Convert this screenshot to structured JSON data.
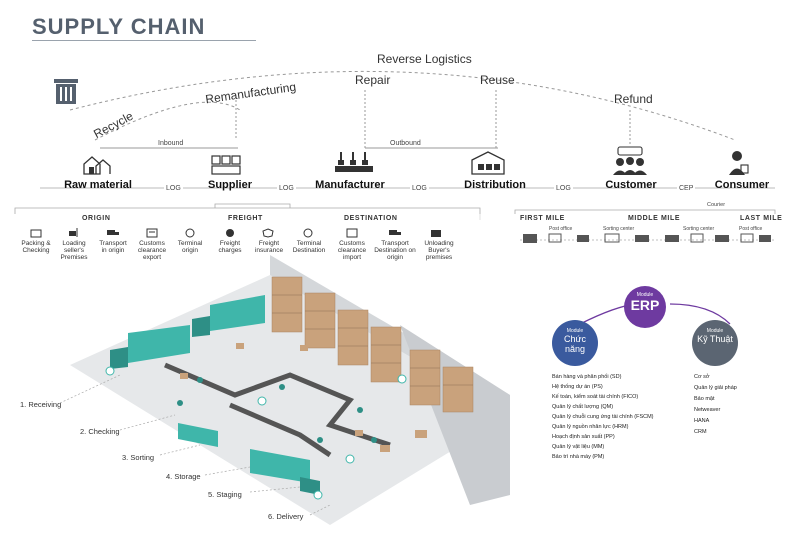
{
  "title": "SUPPLY CHAIN",
  "arcs": {
    "reverse_logistics": "Reverse Logistics",
    "recycle": "Recycle",
    "remanufacturing": "Remanufacturing",
    "repair": "Repair",
    "reuse": "Reuse",
    "refund": "Refund",
    "inbound": "Inbound",
    "outbound": "Outbound"
  },
  "nodes": [
    {
      "label": "Raw material",
      "icon": "houses-icon"
    },
    {
      "label": "Supplier",
      "icon": "factory-icon"
    },
    {
      "label": "Manufacturer",
      "icon": "production-line-icon"
    },
    {
      "label": "Distribution",
      "icon": "warehouse-icon"
    },
    {
      "label": "Customer",
      "icon": "customer-group-icon"
    },
    {
      "label": "Consumer",
      "icon": "shopper-icon"
    }
  ],
  "links": [
    "LOG",
    "LOG",
    "LOG",
    "LOG",
    "CEP"
  ],
  "courier": "Courier",
  "sections": {
    "origin": "ORIGIN",
    "freight": "FREIGHT",
    "destination": "DESTINATION",
    "first_mile": "FIRST MILE",
    "middle_mile": "MIDDLE MILE",
    "last_mile": "LAST MILE"
  },
  "origin_items": [
    "Packing & Checking",
    "Loading seller's Premises",
    "Transport in origin",
    "Customs clearance export",
    "Terminal origin"
  ],
  "freight_items": [
    "Freight charges",
    "Freight insurance"
  ],
  "destination_items": [
    "Terminal Destination",
    "Customs clearance import",
    "Transport Destination on origin",
    "Unloading Buyer's premises"
  ],
  "mile_labels": [
    "Post office",
    "Sorting center",
    "Sorting center",
    "Post office"
  ],
  "erp": {
    "center_module": "Module",
    "center": "ERP",
    "left_module": "Module",
    "left": "Chức năng",
    "right_module": "Module",
    "right": "Kỹ Thuật",
    "left_items": [
      "Bán hàng và phân phối (SD)",
      "Hệ thống dự án (PS)",
      "Kế toán, kiểm soát tài chính (FICO)",
      "Quản lý chất lượng (QM)",
      "Quản lý chuỗi cung ứng tài chính (FSCM)",
      "Quản lý nguồn nhân lực (HRM)",
      "Hoạch định sản xuất (PP)",
      "Quản lý vật liệu (MM)",
      "Bảo trì nhà máy (PM)"
    ],
    "right_items": [
      "Cơ sở",
      "Quản lý giải pháp",
      "Bảo mật",
      "Netweaver",
      "HANA",
      "CRM"
    ]
  },
  "stages": [
    "1. Receiving",
    "2. Checking",
    "3. Sorting",
    "4. Storage",
    "5. Staging",
    "6. Delivery"
  ],
  "colors": {
    "teal": "#3fb6aa",
    "purple": "#6e3aa0",
    "slate": "#5b6572",
    "box": "#c9a27c",
    "floor": "#e6e8ea"
  }
}
